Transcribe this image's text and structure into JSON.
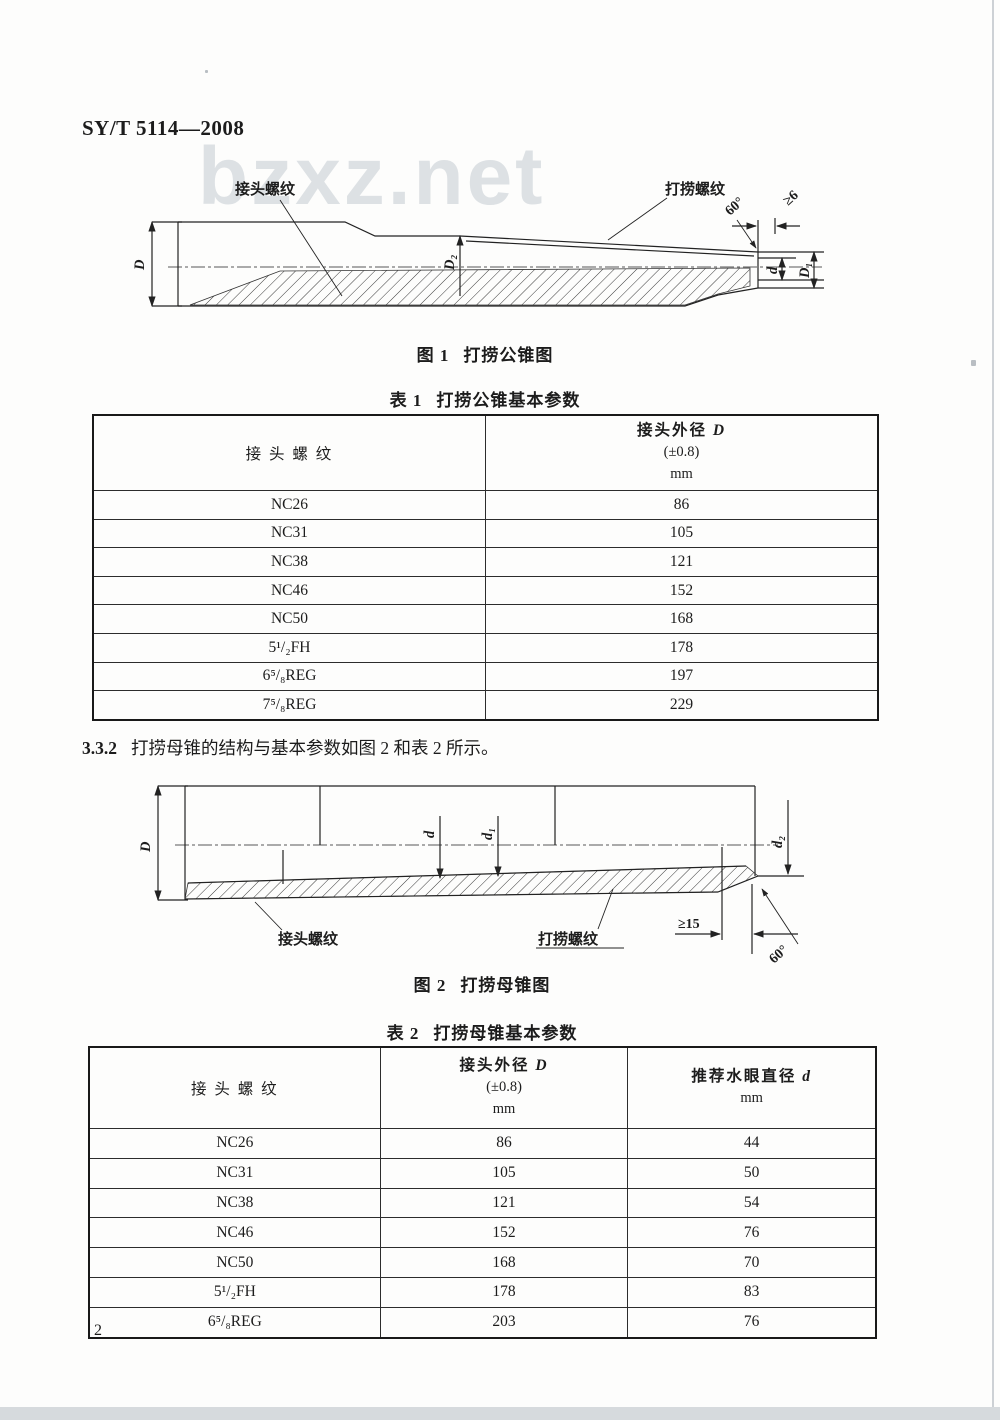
{
  "document": {
    "standard_code": "SY/T 5114—2008",
    "watermark": "bzxz.net",
    "page_number": "2",
    "section": {
      "number": "3.3.2",
      "text": "打捞母锥的结构与基本参数如图 2 和表 2 所示。"
    }
  },
  "figure1": {
    "caption_no": "图 1",
    "caption_title": "打捞公锥图",
    "labels": {
      "joint_thread": "接头螺纹",
      "fishing_thread": "打捞螺纹",
      "angle": "60°",
      "tip_setback": "≥6",
      "dim_D": "D",
      "dim_D2": "D₂",
      "dim_d": "d",
      "dim_D1": "D₁"
    }
  },
  "table1": {
    "caption_no": "表 1",
    "caption_title": "打捞公锥基本参数",
    "headers": {
      "col1": "接 头 螺 纹",
      "col2_label": "接头外径 ",
      "col2_var": "D",
      "col2_tolerance": "(±0.8)",
      "col2_unit": "mm"
    },
    "rows": [
      [
        "NC26",
        "86"
      ],
      [
        "NC31",
        "105"
      ],
      [
        "NC38",
        "121"
      ],
      [
        "NC46",
        "152"
      ],
      [
        "NC50",
        "168"
      ],
      [
        "5¹/₂FH",
        "178"
      ],
      [
        "6⁵/₈REG",
        "197"
      ],
      [
        "7⁵/₈REG",
        "229"
      ]
    ]
  },
  "figure2": {
    "caption_no": "图 2",
    "caption_title": "打捞母锥图",
    "labels": {
      "joint_thread": "接头螺纹",
      "fishing_thread": "打捞螺纹",
      "angle": "60°",
      "tip_setback": "≥15",
      "dim_D": "D",
      "dim_d": "d",
      "dim_d1": "d₁",
      "dim_d2": "d₂"
    }
  },
  "table2": {
    "caption_no": "表 2",
    "caption_title": "打捞母锥基本参数",
    "headers": {
      "col1": "接 头 螺 纹",
      "col2_label": "接头外径 ",
      "col2_var": "D",
      "col2_tolerance": "(±0.8)",
      "col2_unit": "mm",
      "col3_label": "推荐水眼直径 ",
      "col3_var": "d",
      "col3_unit": "mm"
    },
    "rows": [
      [
        "NC26",
        "86",
        "44"
      ],
      [
        "NC31",
        "105",
        "50"
      ],
      [
        "NC38",
        "121",
        "54"
      ],
      [
        "NC46",
        "152",
        "76"
      ],
      [
        "NC50",
        "168",
        "70"
      ],
      [
        "5¹/₂FH",
        "178",
        "83"
      ],
      [
        "6⁵/₈REG",
        "203",
        "76"
      ]
    ]
  }
}
